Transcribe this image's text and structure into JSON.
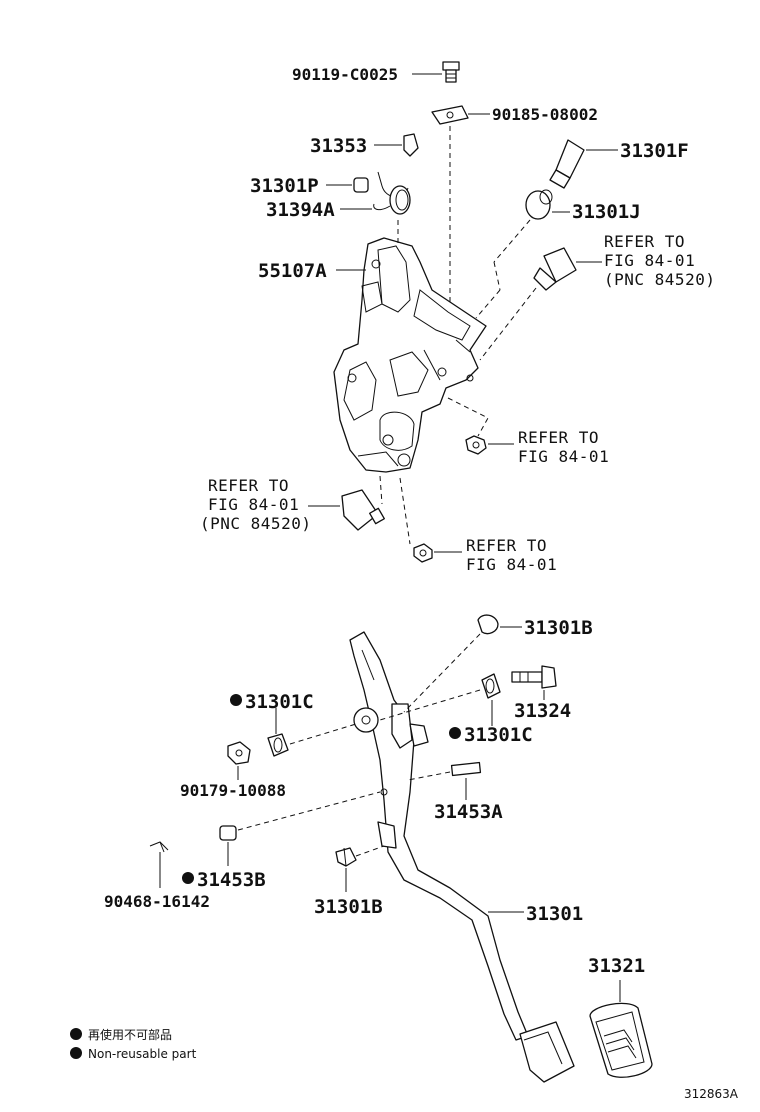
{
  "diagram": {
    "parts": {
      "p90119": "90119-C0025",
      "p90185": "90185-08002",
      "p31353": "31353",
      "p31301F": "31301F",
      "p31301P": "31301P",
      "p31394A": "31394A",
      "p31301J": "31301J",
      "p55107A": "55107A",
      "p31301B_top": "31301B",
      "p31324": "31324",
      "p31301C_left": "31301C",
      "p31301C_right": "31301C",
      "p90179": "90179-10088",
      "p31453A": "31453A",
      "p31453B": "31453B",
      "p90468": "90468-16142",
      "p31301B_bottom": "31301B",
      "p31301": "31301",
      "p31321": "31321"
    },
    "references": {
      "upper_right": {
        "line1": "REFER TO",
        "line2": "FIG 84-01",
        "line3": "(PNC 84520)"
      },
      "mid_right": {
        "line1": "REFER TO",
        "line2": "FIG 84-01"
      },
      "mid_left": {
        "line1": "REFER TO",
        "line2": "FIG 84-01",
        "line3": "(PNC 84520)"
      },
      "lower_right": {
        "line1": "REFER TO",
        "line2": "FIG 84-01"
      }
    },
    "legend": {
      "line1": "再使用不可部品",
      "line2": "Non-reusable part"
    },
    "code": "312863A"
  }
}
